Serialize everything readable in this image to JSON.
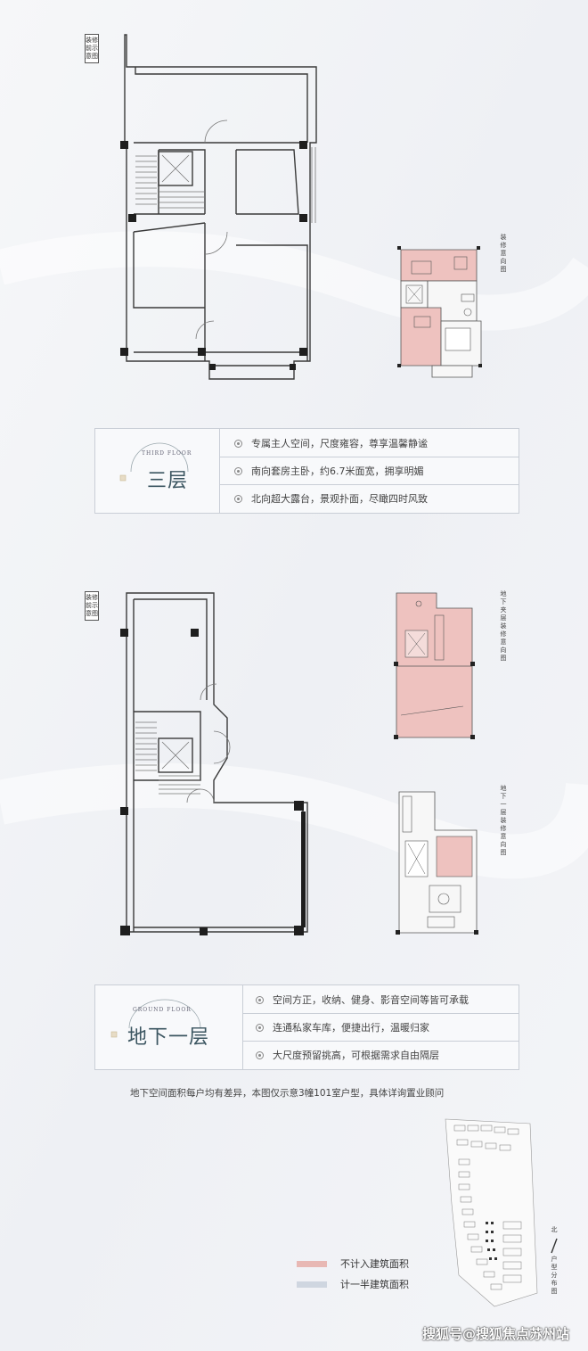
{
  "floor_third": {
    "plan_label": "装修前示意图",
    "deco_label": "装修意向图",
    "title_en": "THIRD FLOOR",
    "title_cn": "三层",
    "bullets": [
      "专属主人空间，尺度雍容，尊享温馨静谧",
      "南向套房主卧，约6.7米面宽，拥享明媚",
      "北向超大露台，景观扑面，尽瞰四时风致"
    ]
  },
  "floor_ground": {
    "plan_label": "装修前示意图",
    "mezzanine_label": "地下夹层装修意向图",
    "basement_label": "地下一层装修意向图",
    "title_en": "GROUND FLOOR",
    "title_cn": "地下一层",
    "bullets": [
      "空间方正，收纳、健身、影音空间等皆可承载",
      "连通私家车库，便捷出行，温暖归家",
      "大尺度预留挑高，可根据需求自由隔层"
    ]
  },
  "footnote": "地下空间面积每户均有差异，本图仅示意3幢101室户型，具体详询置业顾问",
  "site_map": {
    "north_label": "北",
    "label": "户型分布图"
  },
  "legend": [
    {
      "label": "不计入建筑面积",
      "color": "#e8b8b4"
    },
    {
      "label": "计一半建筑面积",
      "color": "#cfd6e0"
    }
  ],
  "watermark": "搜狐号@搜狐焦点苏州站",
  "colors": {
    "accent": "#3b5560",
    "pink_area": "#eec2bf",
    "background": "#f3f4f7"
  }
}
